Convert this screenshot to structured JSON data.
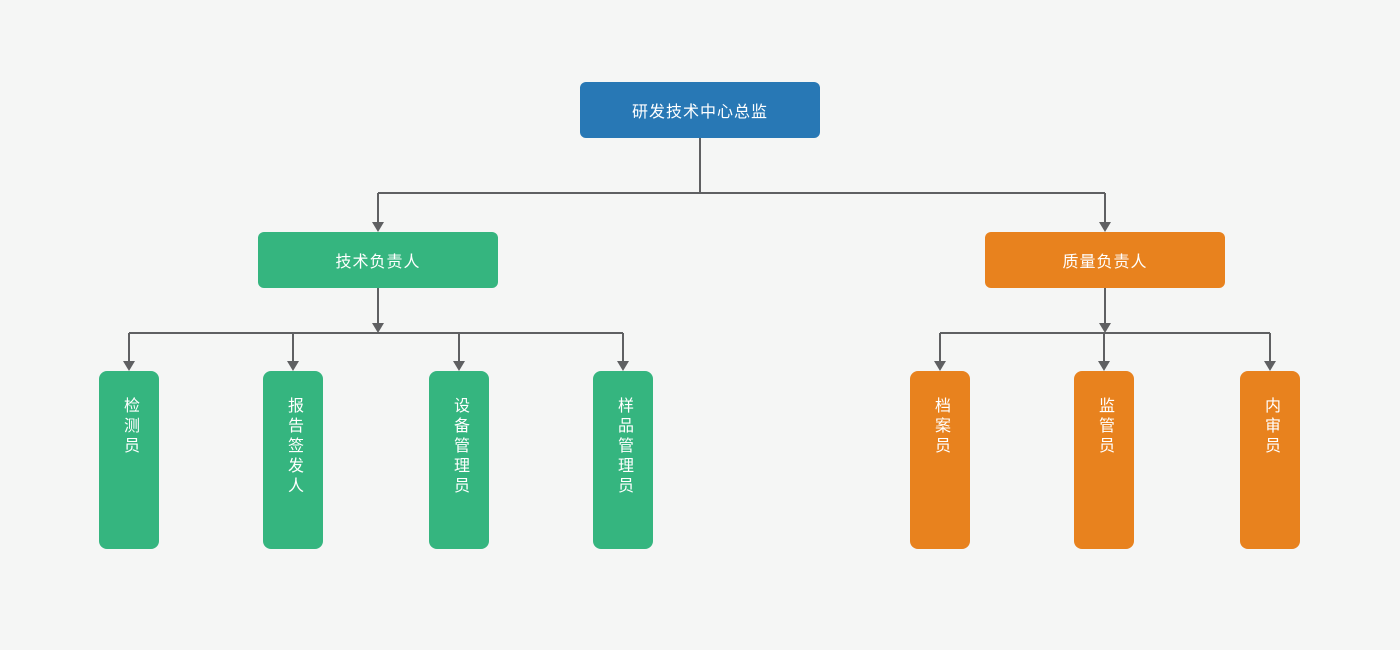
{
  "diagram": {
    "type": "org-chart",
    "background": "#f5f6f5",
    "connector_color": "#5f6062",
    "nodes": {
      "root": {
        "label": "研发技术中心总监",
        "color": "#2878b5",
        "level": 1,
        "parent": null
      },
      "tech_lead": {
        "label": "技术负责人",
        "color": "#35b57f",
        "level": 2,
        "parent": "root"
      },
      "quality_lead": {
        "label": "质量负责人",
        "color": "#e8821e",
        "level": 2,
        "parent": "root"
      },
      "inspector": {
        "label": "检测员",
        "color": "#35b57f",
        "level": 3,
        "parent": "tech_lead"
      },
      "report_issuer": {
        "label": "报告签发人",
        "color": "#35b57f",
        "level": 3,
        "parent": "tech_lead"
      },
      "equipment_manager": {
        "label": "设备管理员",
        "color": "#35b57f",
        "level": 3,
        "parent": "tech_lead"
      },
      "sample_manager": {
        "label": "样品管理员",
        "color": "#35b57f",
        "level": 3,
        "parent": "tech_lead"
      },
      "archivist": {
        "label": "档案员",
        "color": "#e8821e",
        "level": 3,
        "parent": "quality_lead"
      },
      "supervisor": {
        "label": "监管员",
        "color": "#e8821e",
        "level": 3,
        "parent": "quality_lead"
      },
      "internal_auditor": {
        "label": "内审员",
        "color": "#e8821e",
        "level": 3,
        "parent": "quality_lead"
      }
    }
  }
}
